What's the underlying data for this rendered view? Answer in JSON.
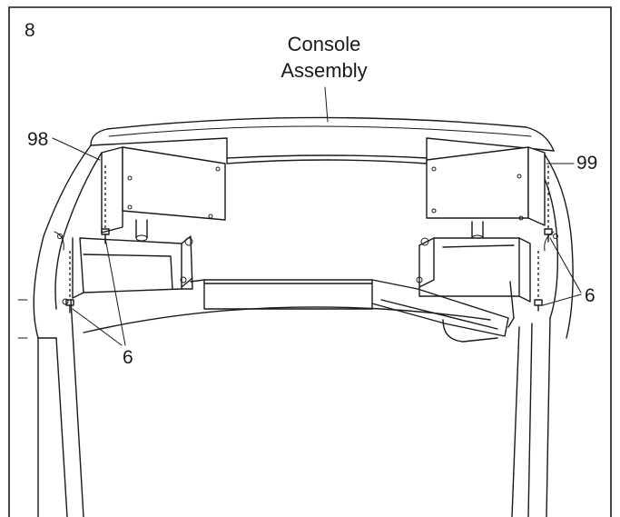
{
  "step_number": "8",
  "title": {
    "line1": "Console",
    "line2": "Assembly"
  },
  "callouts": {
    "left_bracket": "98",
    "right_bracket": "99",
    "left_screw": "6",
    "right_screw": "6"
  }
}
